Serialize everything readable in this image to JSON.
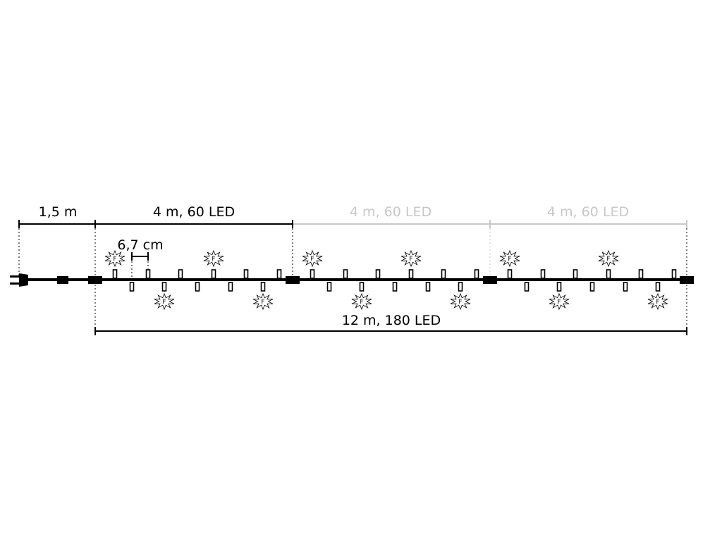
{
  "labels": {
    "lead_cable": "1,5 m",
    "segment_1": "4 m, 60 LED",
    "segment_2": "4 m, 60 LED",
    "segment_3": "4 m, 60 LED",
    "spacing": "6,7 cm",
    "total": "12 m, 180 LED",
    "flash_marker": "F"
  },
  "colors": {
    "cable": "#000000",
    "primary_dimension": "#000000",
    "secondary_dimension": "#c8c8c8",
    "background": "#ffffff"
  },
  "icons": [
    "plug-icon",
    "connector-icon",
    "led-bulb-icon",
    "flash-burst-icon"
  ]
}
